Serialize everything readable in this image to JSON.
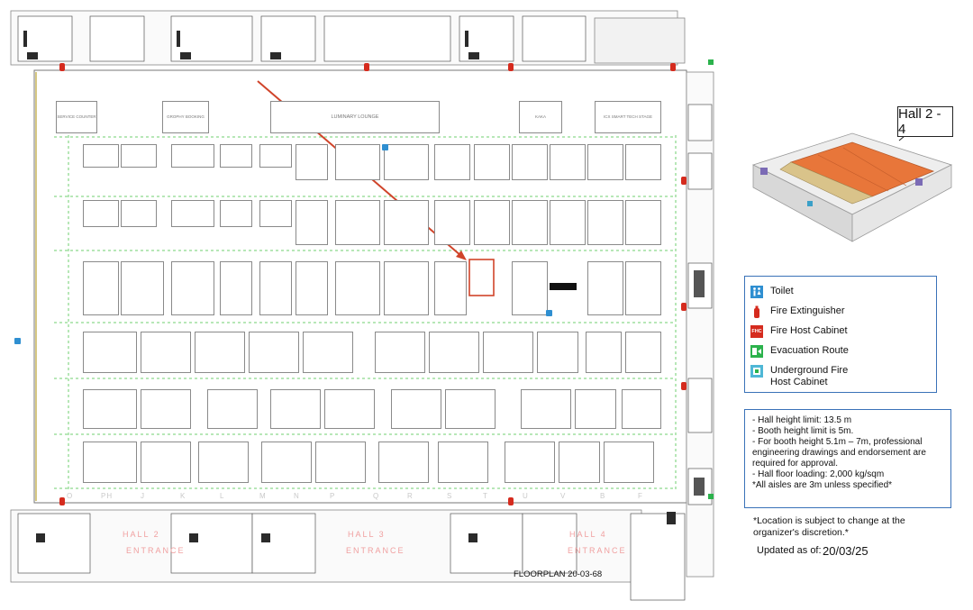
{
  "hall_callout": "Hall 2 - 4",
  "legend": {
    "items": [
      {
        "label": "Toilet",
        "icon": "toilet-icon"
      },
      {
        "label": "Fire Extinguisher",
        "icon": "fire-extinguisher-icon"
      },
      {
        "label": "Fire Host Cabinet",
        "icon": "fire-hose-cabinet-icon",
        "icon_text": "FHC"
      },
      {
        "label": "Evacuation Route",
        "icon": "evacuation-route-icon"
      },
      {
        "label": "Underground Fire Host Cabinet",
        "icon": "underground-fire-hose-cabinet-icon"
      }
    ]
  },
  "notes": [
    "- Hall height limit: 13.5 m",
    "- Booth height limit is 5m.",
    "- For booth height 5.1m – 7m, professional engineering drawings and endorsement are required for approval.",
    "- Hall floor loading: 2,000 kg/sqm",
    "*All aisles are 3m unless specified*"
  ],
  "disclaimer": "*Location is subject to change at the organizer's discretion.*",
  "updated_label": "Updated as of:",
  "updated_date": "20/03/25",
  "floorplan_label": "FLOORPLAN 20-03-68",
  "plan": {
    "zones": [
      "SERVICE COUNTER",
      "GROPHY BOOKING",
      "LUMINARY LOUNGE",
      "KAKA",
      "ICX SMART TECH STAGE"
    ],
    "aisles_bottom": [
      "O",
      "PH",
      "J",
      "K",
      "L",
      "M",
      "N",
      "P",
      "Q",
      "R",
      "S",
      "T",
      "U",
      "V",
      "B",
      "F"
    ],
    "hall_labels": [
      "HALL 2",
      "HALL 3",
      "HALL 4"
    ],
    "entrance_labels": [
      "ENTRANCE",
      "ENTRANCE",
      "ENTRANCE"
    ],
    "colors": {
      "hall_orange": "#e8763a",
      "legend_border": "#3a72b8",
      "arrow": "#d0442a",
      "highlight": "#d0442a"
    }
  }
}
